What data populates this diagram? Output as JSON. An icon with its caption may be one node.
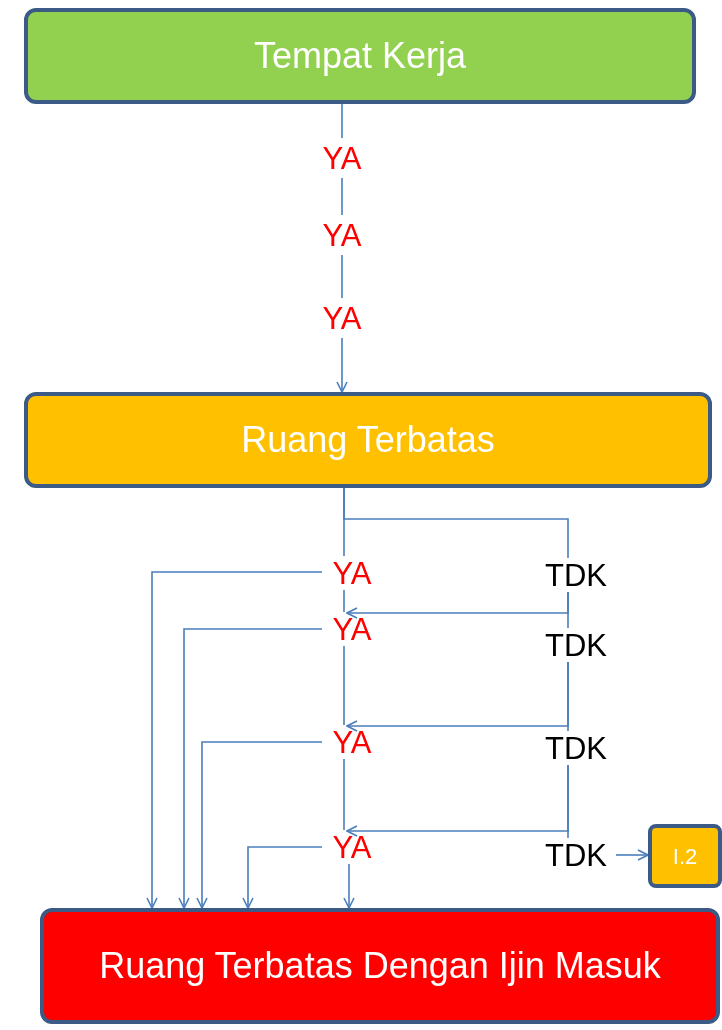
{
  "diagram": {
    "nodes": [
      {
        "text": [
          "Tempat Kerja"
        ]
      },
      {
        "text": [
          "YA"
        ]
      },
      {
        "text": [
          "YA"
        ]
      },
      {
        "text": [
          "YA"
        ]
      },
      {
        "text": [
          "Ruang Terbatas"
        ]
      },
      {
        "text": [
          "YA"
        ]
      },
      {
        "text": [
          "TDK"
        ]
      },
      {
        "text": [
          "YA"
        ]
      },
      {
        "text": [
          "TDK"
        ]
      },
      {
        "text": [
          "YA"
        ]
      },
      {
        "text": [
          "TDK"
        ]
      },
      {
        "text": [
          "YA"
        ]
      },
      {
        "text": [
          "TDK"
        ]
      },
      {
        "text": [
          "I.2"
        ]
      },
      {
        "text": [
          "Ruang Terbatas Dengan Ijin Masuk"
        ]
      }
    ],
    "edges": [
      {
        "from": 0,
        "to": 1,
        "arrow": "none"
      },
      {
        "from": 1,
        "to": 2,
        "arrow": "none"
      },
      {
        "from": 2,
        "to": 3,
        "arrow": "none"
      },
      {
        "from": 3,
        "to": 4,
        "arrow": "to"
      },
      {
        "from": 4,
        "to": 5,
        "arrow": "none"
      },
      {
        "from": 4,
        "to": 6,
        "arrow": "none"
      },
      {
        "from": 5,
        "to": 7,
        "arrow": "none"
      },
      {
        "from": 6,
        "to": 8,
        "arrow": "none"
      },
      {
        "from": 6,
        "to": 7,
        "arrow": "to"
      },
      {
        "from": 7,
        "to": 9,
        "arrow": "none"
      },
      {
        "from": 8,
        "to": 10,
        "arrow": "none"
      },
      {
        "from": 8,
        "to": 9,
        "arrow": "to"
      },
      {
        "from": 9,
        "to": 11,
        "arrow": "none"
      },
      {
        "from": 10,
        "to": 12,
        "arrow": "none"
      },
      {
        "from": 10,
        "to": 11,
        "arrow": "to"
      },
      {
        "from": 12,
        "to": 13,
        "arrow": "to"
      },
      {
        "from": 5,
        "to": 14,
        "arrow": "to"
      },
      {
        "from": 7,
        "to": 14,
        "arrow": "to"
      },
      {
        "from": 9,
        "to": 14,
        "arrow": "to"
      },
      {
        "from": 11,
        "to": 14,
        "arrow": "to"
      },
      {
        "from": 11,
        "to": 14,
        "arrow": "to"
      }
    ]
  }
}
